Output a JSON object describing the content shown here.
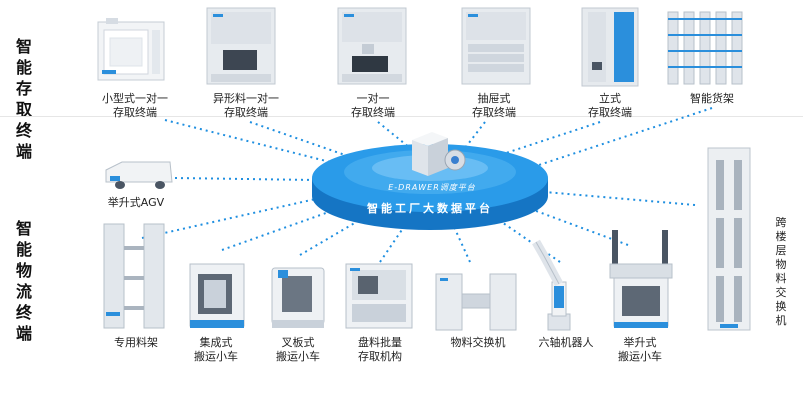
{
  "sections": {
    "storage": "智能存取终端",
    "logistics": "智能物流终端"
  },
  "platform": {
    "product_label": "E-DRAWER调度平台",
    "main_label": "智能工厂大数据平台"
  },
  "storage_devices": [
    {
      "line1": "小型式一对一",
      "line2": "存取终端",
      "icon": "small-cabinet-icon"
    },
    {
      "line1": "异形料一对一",
      "line2": "存取终端",
      "icon": "special-cabinet-icon"
    },
    {
      "line1": "一对一",
      "line2": "存取终端",
      "icon": "one-to-one-cabinet-icon"
    },
    {
      "line1": "抽屉式",
      "line2": "存取终端",
      "icon": "drawer-cabinet-icon"
    },
    {
      "line1": "立式",
      "line2": "存取终端",
      "icon": "vertical-cabinet-icon"
    },
    {
      "line1": "智能货架",
      "line2": "",
      "icon": "smart-shelf-icon"
    }
  ],
  "logistics_devices": [
    {
      "line1": "专用料架",
      "line2": "",
      "icon": "material-rack-icon"
    },
    {
      "line1": "集成式",
      "line2": "搬运小车",
      "icon": "integrated-cart-icon"
    },
    {
      "line1": "叉板式",
      "line2": "搬运小车",
      "icon": "fork-cart-icon"
    },
    {
      "line1": "盘料批量",
      "line2": "存取机构",
      "icon": "batch-storage-icon"
    },
    {
      "line1": "物料交换机",
      "line2": "",
      "icon": "material-exchanger-icon"
    },
    {
      "line1": "六轴机器人",
      "line2": "",
      "icon": "robot-arm-icon"
    },
    {
      "line1": "举升式",
      "line2": "搬运小车",
      "icon": "lift-cart-icon"
    }
  ],
  "agv": {
    "label": "举升式AGV",
    "icon": "agv-icon"
  },
  "elevator": {
    "label": "跨楼层物料交换机",
    "icon": "elevator-icon"
  },
  "colors": {
    "platform_blue": "#1a86d8",
    "platform_top": "#2ea0ee",
    "link_dots": "#1f8fe0",
    "device_body": "#e9edf1",
    "device_accent": "#2b8fdc"
  }
}
